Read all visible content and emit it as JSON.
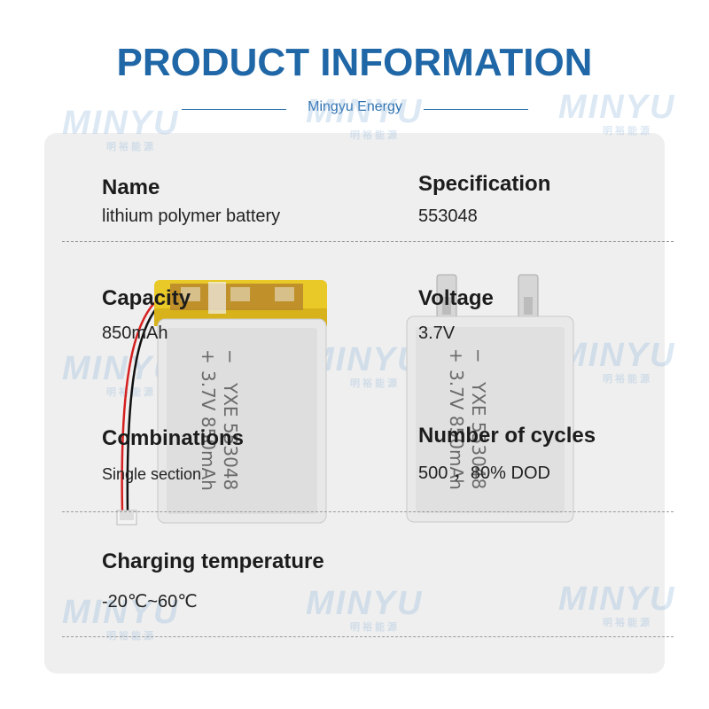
{
  "header": {
    "title": "PRODUCT INFORMATION",
    "subtitle": "Mingyu Energy"
  },
  "watermark": {
    "brand": "MINYU",
    "tagline": "明裕能源"
  },
  "battery_labels": {
    "minus": "−",
    "model": "YXE 553048",
    "plus": "+",
    "rating": "3.7V 850mAh"
  },
  "specs": {
    "name": {
      "label": "Name",
      "value": "lithium polymer battery"
    },
    "specification": {
      "label": "Specification",
      "value": "553048"
    },
    "capacity": {
      "label": "Capacity",
      "value": "850mAh"
    },
    "voltage": {
      "label": "Voltage",
      "value": "3.7V"
    },
    "combinations": {
      "label": "Combinations",
      "value": "Single section"
    },
    "cycles": {
      "label": "Number of cycles",
      "value": "500 ，80% DOD"
    },
    "charging_temperature": {
      "label": "Charging temperature",
      "value": "-20℃~60℃"
    }
  }
}
